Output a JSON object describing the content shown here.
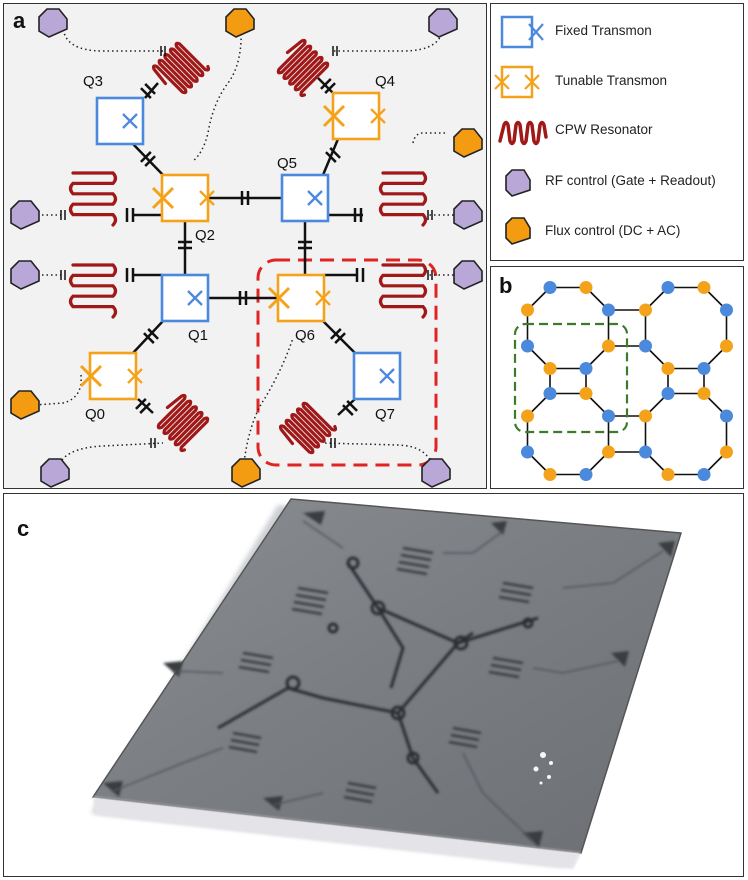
{
  "panel_labels": {
    "a": "a",
    "b": "b",
    "c": "c"
  },
  "qubits": [
    {
      "id": "Q0",
      "type": "tunable"
    },
    {
      "id": "Q1",
      "type": "fixed"
    },
    {
      "id": "Q2",
      "type": "tunable"
    },
    {
      "id": "Q3",
      "type": "fixed"
    },
    {
      "id": "Q4",
      "type": "tunable"
    },
    {
      "id": "Q5",
      "type": "fixed"
    },
    {
      "id": "Q6",
      "type": "tunable"
    },
    {
      "id": "Q7",
      "type": "fixed"
    }
  ],
  "legend": {
    "fixed": "Fixed Transmon",
    "tunable": "Tunable Transmon",
    "resonator": "CPW Resonator",
    "rf": "RF control (Gate + Readout)",
    "flux": "Flux control (DC + AC)"
  },
  "colors": {
    "fixed": "#4a89dc",
    "tunable": "#f5a21b",
    "resonator": "#a01818",
    "rf": "#b9a7d8",
    "flux": "#f39c12",
    "highlight_red": "#e02424",
    "highlight_green": "#3d7a2a",
    "chip": "#7d8085"
  }
}
